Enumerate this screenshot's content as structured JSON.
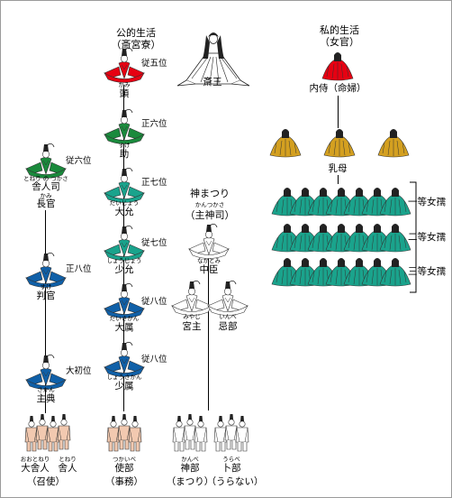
{
  "columns": {
    "public": {
      "title": "公的生活",
      "subtitle": "（斎宮寮）"
    },
    "rites": {
      "title": "神まつり",
      "ruby": "かんつかさ",
      "subtitle": "（主神司）"
    },
    "private": {
      "title": "私的生活",
      "subtitle": "（女官）"
    }
  },
  "saio": {
    "label": "斎王"
  },
  "public_officials": [
    {
      "ruby": "かみ",
      "label": "頭",
      "rank": "従五位",
      "color": "#e60012"
    },
    {
      "ruby": "すけ",
      "label": "助",
      "rank": "正六位",
      "color": "#1a8a3c"
    },
    {
      "ruby": "だいじょう",
      "label": "大允",
      "rank": "正七位",
      "color": "#1aa38c"
    },
    {
      "ruby": "しょうじょう",
      "label": "少允",
      "rank": "従七位",
      "color": "#1aa38c"
    },
    {
      "ruby": "だいさかん",
      "label": "大属",
      "rank": "従八位",
      "color": "#1060a8"
    },
    {
      "ruby": "しょうさかん",
      "label": "少属",
      "rank": "従八位",
      "color": "#1060a8"
    }
  ],
  "left_officials": [
    {
      "ruby1": "とねり の つかさ",
      "line1": "舎人司",
      "ruby2": "かみ",
      "line2": "長官",
      "rank": "従六位",
      "color": "#1a8a3c"
    },
    {
      "ruby": "すけ",
      "label": "判官",
      "rank": "正八位",
      "color": "#1060a8"
    },
    {
      "ruby": "さかん",
      "label": "主典",
      "rank": "大初位",
      "color": "#1060a8"
    }
  ],
  "rites_officials": [
    {
      "ruby": "なかとみ",
      "label": "中臣"
    },
    {
      "ruby": "みやじ",
      "label": "宮主"
    },
    {
      "ruby": "いんべ",
      "label": "忌部"
    }
  ],
  "private_officials": {
    "naishi": {
      "label": "内侍（命婦）",
      "color": "#e60012"
    },
    "menoto": {
      "label": "乳母",
      "color": "#d4a020"
    },
    "nyoju_color": "#1aa38c",
    "nyoju": [
      "一等女孺",
      "二等女孺",
      "三等女孺"
    ]
  },
  "workers": [
    {
      "rubyA": "おおとねり",
      "labelA": "大舎人",
      "rubyB": "とねり",
      "labelB": "舎人",
      "group": "（召使）",
      "color": "#f2c9b0"
    },
    {
      "ruby": "つかいべ",
      "label": "使部",
      "group": "（事務）",
      "color": "#f2c9b0"
    },
    {
      "ruby": "かんべ",
      "label": "神部",
      "group": "（まつり）",
      "color": "#ffffff"
    },
    {
      "ruby": "うらべ",
      "label": "卜部",
      "group": "（うらない）",
      "color": "#ffffff"
    }
  ]
}
